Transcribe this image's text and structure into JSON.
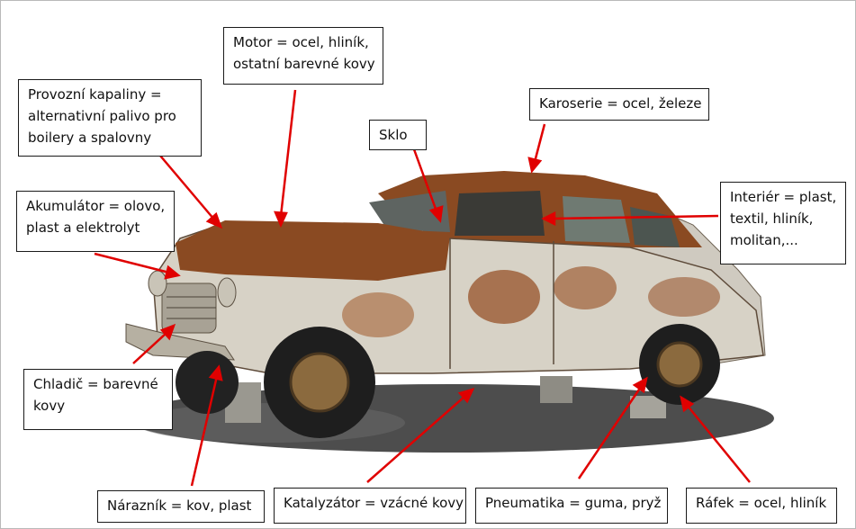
{
  "labels": {
    "motor": [
      "Motor = ocel, hliník,",
      "ostatní barevné kovy"
    ],
    "provozni": [
      "Provozní kapaliny =",
      "alternativní palivo pro",
      "boilery a spalovny"
    ],
    "karoserie": [
      "Karoserie = ocel, železe"
    ],
    "sklo": [
      "Sklo"
    ],
    "akumulator": [
      "Akumulátor = olovo,",
      "plast a elektrolyt"
    ],
    "interier": [
      "Interiér = plast,",
      "textil, hliník,",
      "molitan,..."
    ],
    "chladic": [
      "Chladič = barevné",
      "kovy"
    ],
    "naraznik": [
      "Nárazník = kov, plast"
    ],
    "katalyzator": [
      "Katalyzátor = vzácné kovy"
    ],
    "pneumatika": [
      "Pneumatika = guma, pryž"
    ],
    "rafek": [
      "Ráfek = ocel, hliník"
    ]
  },
  "colors": {
    "arrow": "#e00000",
    "rust": "#8a4a22",
    "paint": "#d9d6cc",
    "tire": "#1e1e1e"
  }
}
